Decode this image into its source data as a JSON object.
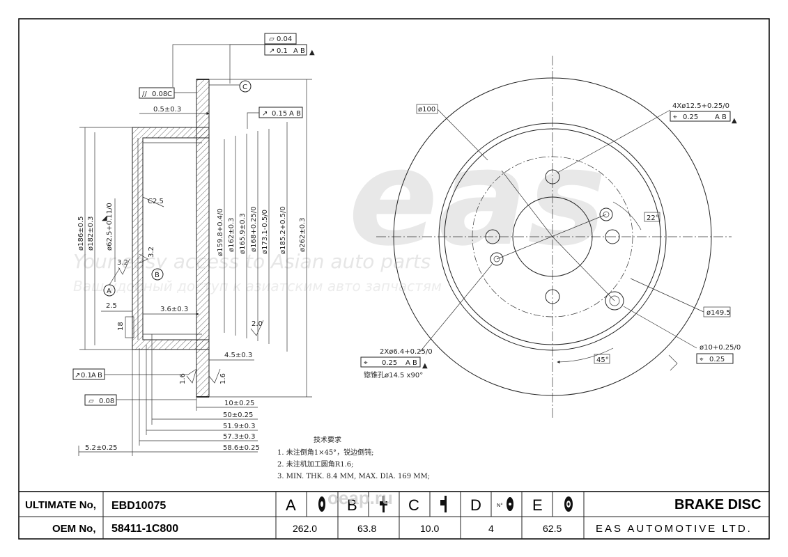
{
  "watermark": {
    "logo": "eas",
    "line1": "Your easy access to Asian auto parts",
    "line2": "Ваш удобный доступ к азиатским авто запчастям"
  },
  "section_view": {
    "flatness_top": "0.04",
    "runout_top": "0.1",
    "runout_top_ref": [
      "A",
      "B"
    ],
    "parallel": "0.08",
    "parallel_ref": "C",
    "datum_c": "C",
    "offset_top": "0.5±0.3",
    "runout_mid": "0.15",
    "runout_mid_ref": [
      "A",
      "B"
    ],
    "chamfer": "C2.5",
    "datum_a": "A",
    "datum_b": "B",
    "roughness_a": "3.2",
    "roughness_b": "3.2",
    "roughness_c": "2.0",
    "roughness_d": "1.6",
    "roughness_e": "1.6",
    "step_25": "2.5",
    "dim_36": "3.6±0.3",
    "dim_18": "18",
    "dim_45": "4.5±0.3",
    "runout_bottom": "0.1",
    "runout_bottom_ref": [
      "A",
      "B"
    ],
    "flatness_bottom": "0.08",
    "diam_186": "ø186±0.5",
    "diam_182": "ø182±0.3",
    "diam_625": "ø62.5+0.11/0",
    "diam_1598": "ø159.8+0.4/0",
    "diam_162": "ø162±0.3",
    "diam_1659": "ø165.9±0.3",
    "diam_168": "ø168+0.25/0",
    "diam_1731": "ø173.1-0.5/0",
    "diam_1852": "ø185.2+0.5/0",
    "diam_262": "ø262±0.3",
    "len_10": "10±0.25",
    "len_50": "50±0.25",
    "len_519": "51.9±0.3",
    "len_573": "57.3±0.3",
    "len_586": "58.6±0.25",
    "len_52": "5.2±0.25"
  },
  "front_view": {
    "pcd": "ø100",
    "bolt_holes": "4Xø12.5+0.25/0",
    "bolt_pos": "0.25",
    "bolt_pos_ref": [
      "A",
      "B"
    ],
    "angle_22": "22°",
    "pcd_1495": "ø149.5",
    "hole_10": "ø10+0.25/0",
    "hole_10_pos": "0.25",
    "small_holes": "2Xø6.4+0.25/0",
    "small_pos": "0.25",
    "small_pos_ref": [
      "A",
      "B"
    ],
    "countersink": "锪锥孔ø14.5 x90°",
    "angle_45": "45°"
  },
  "notes": {
    "title": "技术要求",
    "items": [
      "1. 未注倒角1×45°，锐边倒钝;",
      "2. 未注机加工圆角R1.6;",
      "3. MIN. THK. 8.4 MM, MAX. DIA. 169 MM;"
    ]
  },
  "title_block": {
    "ultimate_label": "ULTIMATE No,",
    "ultimate_code": "EBD10075",
    "oem_label": "OEM No,",
    "oem_code": "58411-1C800",
    "params": [
      {
        "letter": "A",
        "value": "262.0"
      },
      {
        "letter": "B",
        "value": "63.8"
      },
      {
        "letter": "C",
        "value": "10.0"
      },
      {
        "letter": "D",
        "value": "4"
      },
      {
        "letter": "E",
        "value": "62.5"
      }
    ],
    "product": "BRAKE DISC",
    "company": "EAS AUTOMOTIVE LTD.",
    "site_badge": "oeap.ru"
  }
}
